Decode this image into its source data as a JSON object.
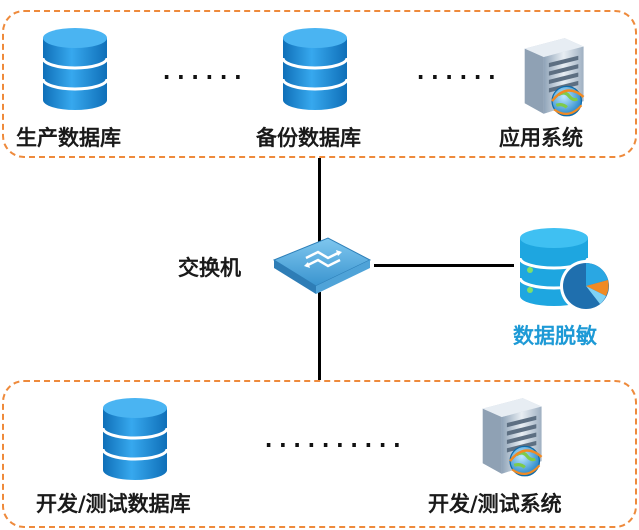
{
  "labels": {
    "production_db": "生产数据库",
    "backup_db": "备份数据库",
    "app_system": "应用系统",
    "switch": "交换机",
    "desensitization": "数据脱敏",
    "devtest_db": "开发/测试数据库",
    "devtest_system": "开发/测试系统"
  },
  "ellipses": {
    "top_left": "......",
    "top_right": "......",
    "bottom": ".........."
  },
  "icons": {
    "database": "database-icon",
    "server": "server-icon",
    "switch": "network-switch-icon",
    "desensitize": "data-desensitization-icon"
  },
  "colors": {
    "zone_border": "#ee8a3c",
    "db_blue": "#1e88d0",
    "accent_text": "#1e9ad6",
    "connector": "#000000"
  }
}
